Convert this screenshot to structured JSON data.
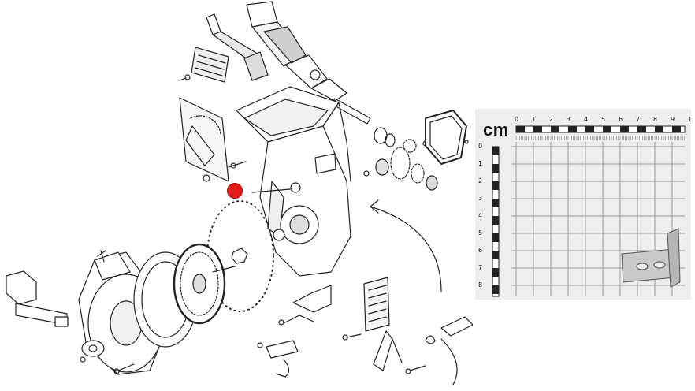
{
  "callout": {
    "color": "#e21b1b"
  },
  "photo": {
    "unit_label": "cm",
    "x_ticks": [
      "0",
      "1",
      "2",
      "3",
      "4",
      "5",
      "6",
      "7",
      "8",
      "9",
      "1"
    ],
    "y_ticks": [
      "0",
      "1",
      "2",
      "3",
      "4",
      "5",
      "6",
      "7",
      "8"
    ],
    "grid_color": "#9a9a9a",
    "background": "#eeeeee"
  }
}
